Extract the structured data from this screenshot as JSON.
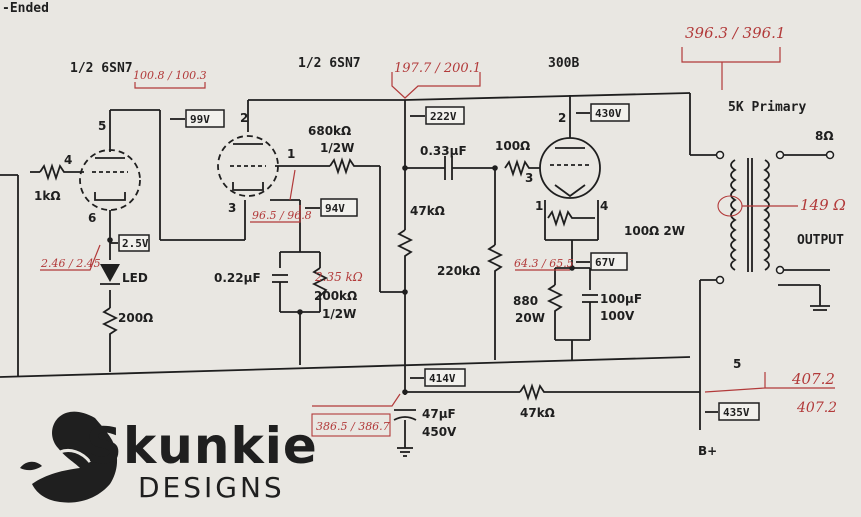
{
  "title_fragment": "-Ended",
  "tubes": {
    "v1": "1/2 6SN7",
    "v2": "1/2 6SN7",
    "v3": "300B"
  },
  "transformer": {
    "primary": "5K Primary",
    "tap": "8Ω",
    "output": "OUTPUT",
    "supply": "B+"
  },
  "components": {
    "r_grid": "1kΩ",
    "r_680k": "680kΩ",
    "r_680k_w": "1/2W",
    "c_033": "0.33µF",
    "r_100": "100Ω",
    "r_47k_a": "47kΩ",
    "r_220k": "220kΩ",
    "r_200k": "200kΩ",
    "r_200k_w": "1/2W",
    "c_022": "0.22µF",
    "led": "LED",
    "r_200": "200Ω",
    "r_fil": "100Ω 2W",
    "r_880": "880",
    "r_880_w": "20W",
    "c_100": "100µF",
    "c_100_v": "100V",
    "c_47": "47µF",
    "c_47_v": "450V",
    "r_47k_b": "47kΩ"
  },
  "voltages": {
    "v_99": "99V",
    "v_222": "222V",
    "v_430": "430V",
    "v_94": "94V",
    "v_2_5": "2.5V",
    "v_67": "67V",
    "v_414": "414V",
    "v_435": "435V"
  },
  "pins": {
    "p5": "5",
    "p4": "4",
    "p6": "6",
    "p2a": "2",
    "p1": "1",
    "p3a": "3",
    "p2b": "2",
    "p3b": "3",
    "p1b": "1",
    "p4b": "4",
    "p5b": "5"
  },
  "handwritten": {
    "h1": "100.8 / 100.3",
    "h2": "197.7 / 200.1",
    "h3": "396.3 / 396.1",
    "h4": "96.5 / 96.8",
    "h5": "2.46 / 2.45",
    "h6": "2.35 kΩ",
    "h7": "64.3 / 65.5",
    "h8": "149 Ω",
    "h9": "386.5 / 386.7",
    "h10": "407.2",
    "h11": "407.2"
  },
  "logo": {
    "name": "Skunkie",
    "sub": "DESIGNS"
  },
  "colors": {
    "paper": "#e9e7e2",
    "ink": "#1f1f1f",
    "annotation": "#b23a3a"
  }
}
